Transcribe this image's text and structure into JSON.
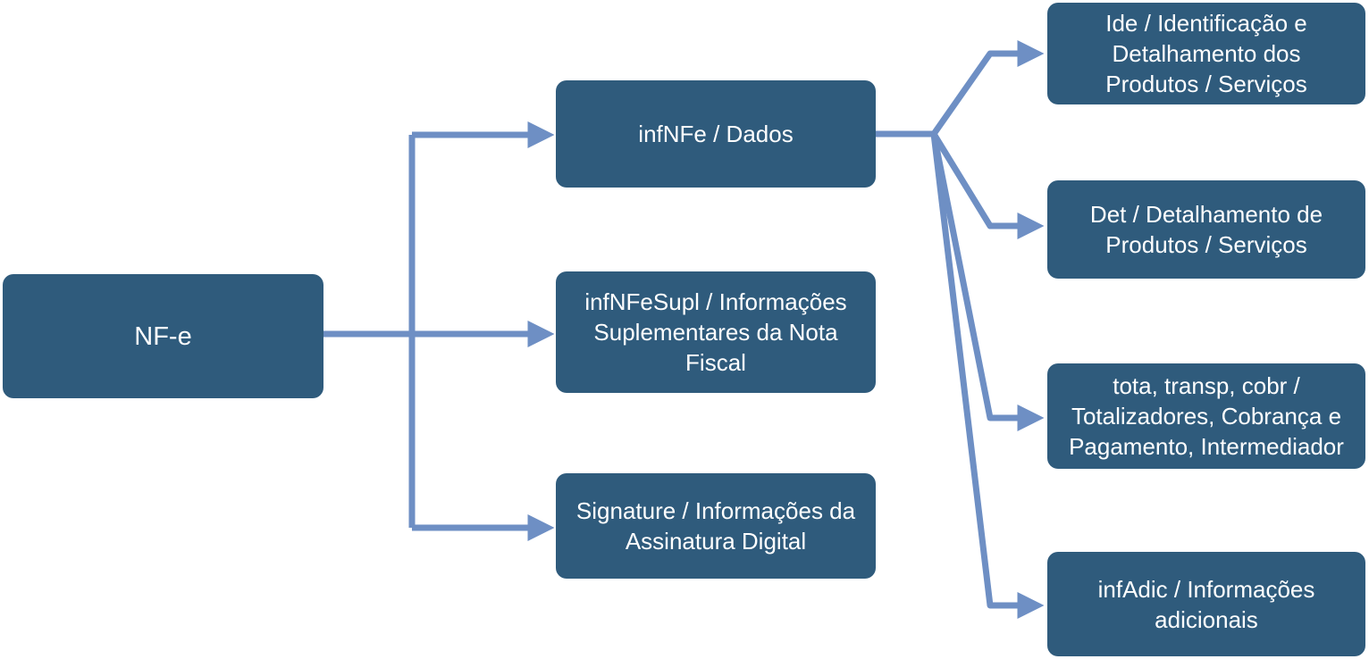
{
  "colors": {
    "node_fill": "#2F5B7C",
    "node_text": "#FFFFFF",
    "connector": "#6E8FC4",
    "background": "#FFFFFF"
  },
  "nodes": {
    "root": {
      "id": "nfe",
      "label": "NF-e"
    },
    "level2": [
      {
        "id": "infnfe",
        "label": "infNFe / Dados"
      },
      {
        "id": "infnfesupl",
        "label": "infNFeSupl / Informações Suplementares da Nota Fiscal"
      },
      {
        "id": "signature",
        "label": "Signature / Informações da Assinatura Digital"
      }
    ],
    "level3": [
      {
        "id": "ide",
        "label": "Ide / Identificação e Detalhamento dos Produtos / Serviços"
      },
      {
        "id": "det",
        "label": "Det / Detalhamento de Produtos / Serviços"
      },
      {
        "id": "tota",
        "label": "tota, transp, cobr / Totalizadores, Cobrança e Pagamento, Intermediador"
      },
      {
        "id": "infadic",
        "label": "infAdic / Informações adicionais"
      }
    ]
  },
  "edges": [
    {
      "from": "nfe",
      "to": "infnfe"
    },
    {
      "from": "nfe",
      "to": "infnfesupl"
    },
    {
      "from": "nfe",
      "to": "signature"
    },
    {
      "from": "infnfe",
      "to": "ide"
    },
    {
      "from": "infnfe",
      "to": "det"
    },
    {
      "from": "infnfe",
      "to": "tota"
    },
    {
      "from": "infnfe",
      "to": "infadic"
    }
  ]
}
